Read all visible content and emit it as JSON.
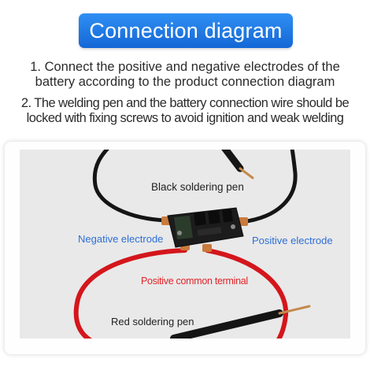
{
  "header": {
    "title": "Connection diagram"
  },
  "instructions": [
    "1. Connect the positive and negative electrodes of the",
    "battery according to the product connection diagram",
    "2. The welding pen and the battery connection wire should be",
    "locked with fixing screws to avoid ignition and weak welding"
  ],
  "diagram": {
    "labels": {
      "black_pen": "Black soldering pen",
      "negative": "Negative electrode",
      "positive": "Positive electrode",
      "positive_common": "Positive common terminal",
      "red_pen": "Red soldering pen"
    },
    "colors": {
      "background": "#e9e9e9",
      "black_cable": "#151515",
      "red_cable": "#d4161c",
      "pcb": "#1c1c1c",
      "copper": "#c97a3c",
      "label_blue": "#2e6fd6",
      "label_red": "#e0242a",
      "title_blue": "#1f7ae6"
    }
  }
}
